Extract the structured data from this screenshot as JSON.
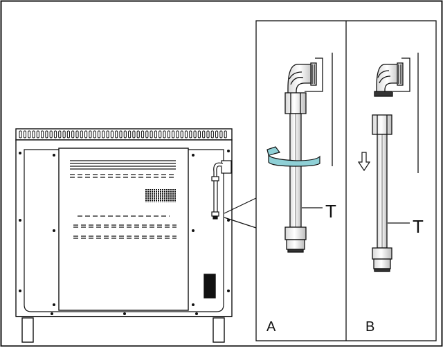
{
  "labels": {
    "panel_a": "A",
    "panel_b": "B",
    "tube_a": "T",
    "tube_b": "T"
  },
  "colors": {
    "line": "#111111",
    "accent": "#8fd0d6",
    "background": "#ffffff"
  },
  "icons": {
    "rotate_arrow": "rotate-arrow-icon",
    "down_arrow": "down-arrow-icon"
  }
}
